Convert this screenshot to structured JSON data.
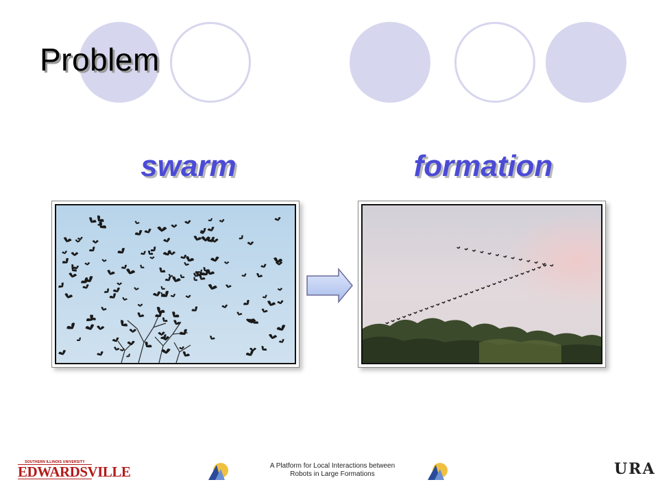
{
  "slide": {
    "title": "Problem",
    "left_label": "swarm",
    "right_label": "formation"
  },
  "footer": {
    "text_line1": "A Platform for Local Interactions between",
    "text_line2": "Robots in Large Formations",
    "university_small": "SOUTHERN ILLINOIS UNIVERSITY",
    "university_name": "EDWARDSVILLE",
    "ura_label": "URA"
  },
  "colors": {
    "circle": "#d6d6ee",
    "label_blue": "#4b4bd6",
    "arrow_fill": "#b8c8ef"
  },
  "icons": {
    "arrow": "right-arrow-icon",
    "logo": "triangle-logo-icon"
  }
}
